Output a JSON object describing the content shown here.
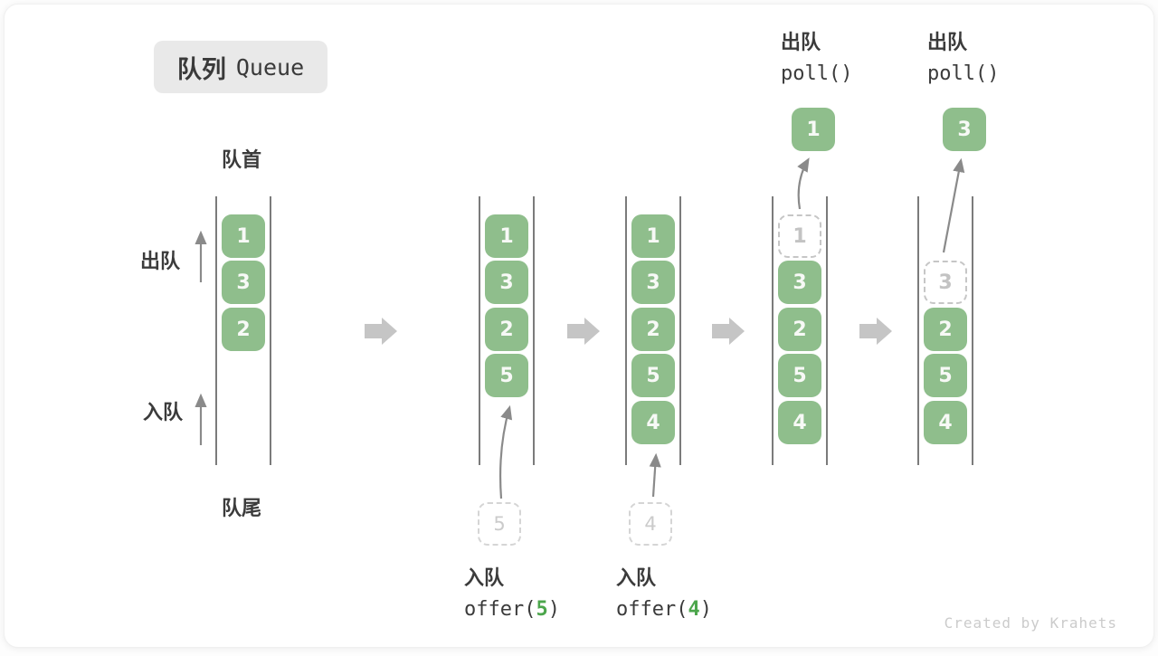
{
  "title": {
    "zh": "队列",
    "en": "Queue"
  },
  "side_labels": {
    "front": "队首",
    "rear": "队尾",
    "dequeue": "出队",
    "enqueue": "入队"
  },
  "colors": {
    "cell_green": "#8FBE8C",
    "code_green": "#4CA64C",
    "block_arrow_gray": "#C5C5C5",
    "thin_arrow_gray": "#8A8A8A",
    "ghost_gray": "#C6C6C6",
    "text_dark": "#3B3B3B",
    "title_bg": "#E9E9E9"
  },
  "stages": [
    {
      "cells": [
        {
          "value": "1",
          "slot": 0,
          "variant": "filled"
        },
        {
          "value": "3",
          "slot": 1,
          "variant": "filled"
        },
        {
          "value": "2",
          "slot": 2,
          "variant": "filled"
        }
      ]
    },
    {
      "cells": [
        {
          "value": "1",
          "slot": 0,
          "variant": "filled"
        },
        {
          "value": "3",
          "slot": 1,
          "variant": "filled"
        },
        {
          "value": "2",
          "slot": 2,
          "variant": "filled"
        },
        {
          "value": "5",
          "slot": 3,
          "variant": "filled"
        }
      ]
    },
    {
      "cells": [
        {
          "value": "1",
          "slot": 0,
          "variant": "filled"
        },
        {
          "value": "3",
          "slot": 1,
          "variant": "filled"
        },
        {
          "value": "2",
          "slot": 2,
          "variant": "filled"
        },
        {
          "value": "5",
          "slot": 3,
          "variant": "filled"
        },
        {
          "value": "4",
          "slot": 4,
          "variant": "filled"
        }
      ]
    },
    {
      "cells": [
        {
          "value": "1",
          "slot": 0,
          "variant": "ghost"
        },
        {
          "value": "3",
          "slot": 1,
          "variant": "filled"
        },
        {
          "value": "2",
          "slot": 2,
          "variant": "filled"
        },
        {
          "value": "5",
          "slot": 3,
          "variant": "filled"
        },
        {
          "value": "4",
          "slot": 4,
          "variant": "filled"
        }
      ]
    },
    {
      "cells": [
        {
          "value": "3",
          "slot": 1,
          "variant": "ghost"
        },
        {
          "value": "2",
          "slot": 2,
          "variant": "filled"
        },
        {
          "value": "5",
          "slot": 3,
          "variant": "filled"
        },
        {
          "value": "4",
          "slot": 4,
          "variant": "filled"
        }
      ]
    }
  ],
  "poll_annotations": [
    {
      "label": "出队",
      "code": "poll()",
      "value": "1"
    },
    {
      "label": "出队",
      "code": "poll()",
      "value": "3"
    }
  ],
  "offer_annotations": [
    {
      "label": "入队",
      "code_prefix": "offer(",
      "arg": "5",
      "code_suffix": ")",
      "value": "5"
    },
    {
      "label": "入队",
      "code_prefix": "offer(",
      "arg": "4",
      "code_suffix": ")",
      "value": "4"
    }
  ],
  "credit": "Created by Krahets"
}
